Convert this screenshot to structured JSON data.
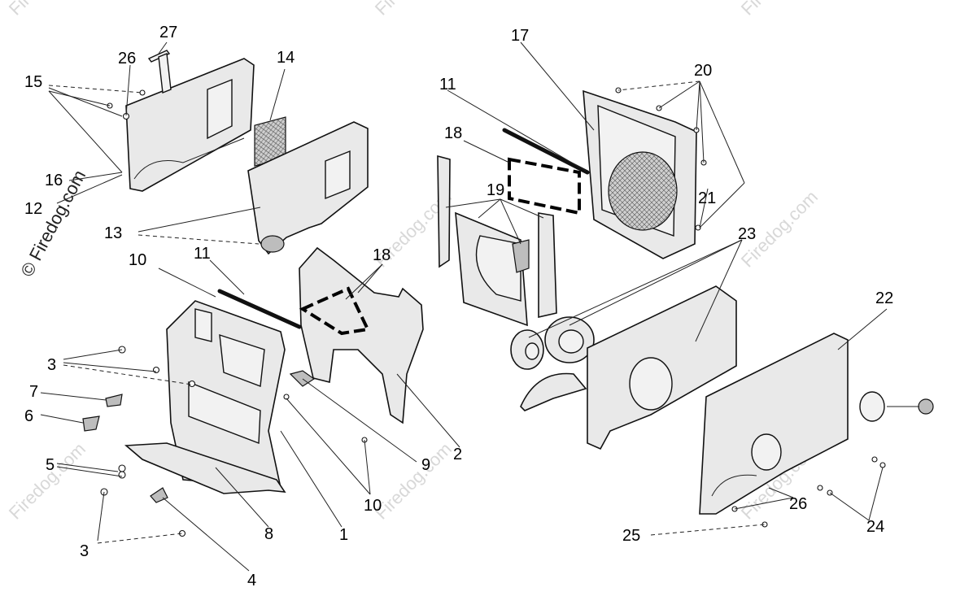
{
  "watermark": {
    "main_text": "© Firedog.com",
    "faint_text": "Firedog.com"
  },
  "callouts": [
    {
      "id": "c1",
      "label": "1"
    },
    {
      "id": "c2",
      "label": "2"
    },
    {
      "id": "c3a",
      "label": "3"
    },
    {
      "id": "c3b",
      "label": "3"
    },
    {
      "id": "c4",
      "label": "4"
    },
    {
      "id": "c5",
      "label": "5"
    },
    {
      "id": "c6",
      "label": "6"
    },
    {
      "id": "c7",
      "label": "7"
    },
    {
      "id": "c8",
      "label": "8"
    },
    {
      "id": "c9",
      "label": "9"
    },
    {
      "id": "c10a",
      "label": "10"
    },
    {
      "id": "c10b",
      "label": "10"
    },
    {
      "id": "c11a",
      "label": "11"
    },
    {
      "id": "c11b",
      "label": "11"
    },
    {
      "id": "c12",
      "label": "12"
    },
    {
      "id": "c13",
      "label": "13"
    },
    {
      "id": "c14",
      "label": "14"
    },
    {
      "id": "c15",
      "label": "15"
    },
    {
      "id": "c16",
      "label": "16"
    },
    {
      "id": "c17",
      "label": "17"
    },
    {
      "id": "c18a",
      "label": "18"
    },
    {
      "id": "c18b",
      "label": "18"
    },
    {
      "id": "c19",
      "label": "19"
    },
    {
      "id": "c20",
      "label": "20"
    },
    {
      "id": "c21",
      "label": "21"
    },
    {
      "id": "c22",
      "label": "22"
    },
    {
      "id": "c23",
      "label": "23"
    },
    {
      "id": "c24",
      "label": "24"
    },
    {
      "id": "c25",
      "label": "25"
    },
    {
      "id": "c26a",
      "label": "26"
    },
    {
      "id": "c26b",
      "label": "26"
    },
    {
      "id": "c27",
      "label": "27"
    }
  ]
}
